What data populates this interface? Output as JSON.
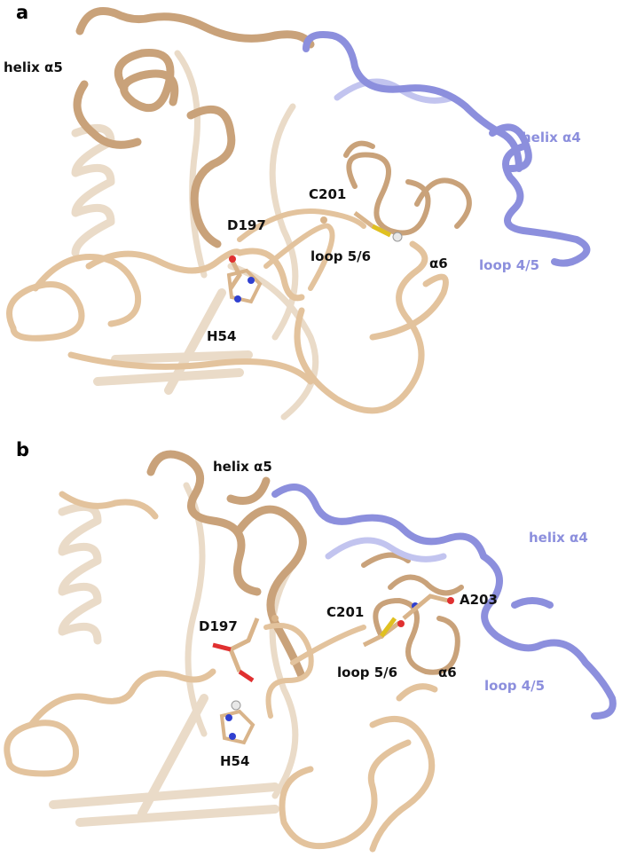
{
  "panels": [
    {
      "letter": "a",
      "labels": {
        "helix_a5": "helix α5",
        "helix_a4": "helix α4",
        "c201": "C201",
        "d197": "D197",
        "loop56": "loop 5/6",
        "a6": "α6",
        "loop45": "loop 4/5",
        "h54": "H54"
      }
    },
    {
      "letter": "b",
      "labels": {
        "helix_a5": "helix α5",
        "helix_a4": "helix α4",
        "c201": "C201",
        "a203": "A203",
        "d197": "D197",
        "loop56": "loop 5/6",
        "a6": "α6",
        "loop45": "loop 4/5",
        "h54": "H54"
      }
    }
  ],
  "colors": {
    "protein": "#e3c39d",
    "highlighted_loop": "#8c8fdd",
    "carbon": "#d9b48a",
    "oxygen": "#e03030",
    "nitrogen": "#3040d0",
    "sulfur": "#e0c020",
    "hydrogen": "#e8e8e8",
    "label_dark": "#111111",
    "label_blue": "#8c8fdd"
  }
}
